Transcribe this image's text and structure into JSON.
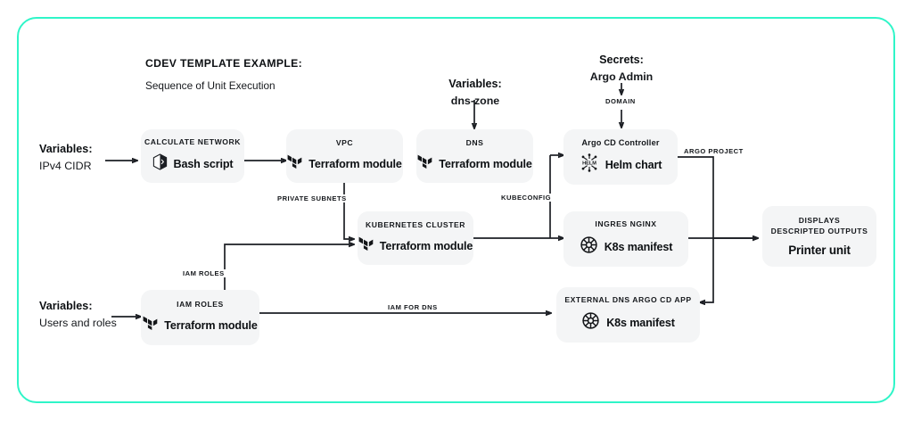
{
  "colors": {
    "accent": "#2ff5c8",
    "card": "#f4f5f6",
    "ink": "#111418",
    "edge": "#1c1f24"
  },
  "heading": {
    "title": "CDEV TEMPLATE EXAMPLE:",
    "subtitle": "Sequence of Unit Execution"
  },
  "inputs": [
    {
      "id": "var-ipv4",
      "strong": "Variables:",
      "weak": "IPv4 CIDR"
    },
    {
      "id": "var-dns-zone",
      "strong": "Variables:",
      "weak": "dns-zone"
    },
    {
      "id": "secrets-argo-admin",
      "strong": "Secrets:",
      "weak": "Argo Admin"
    },
    {
      "id": "var-users-roles",
      "strong": "Variables:",
      "weak": "Users and roles"
    }
  ],
  "nodes": [
    {
      "id": "calculate-network",
      "kicker": "CALCULATE NETWORK",
      "title": "Bash script",
      "icon": "bash-cube-icon"
    },
    {
      "id": "vpc",
      "kicker": "VPC",
      "title": "Terraform module",
      "icon": "terraform-icon"
    },
    {
      "id": "dns",
      "kicker": "DNS",
      "title": "Terraform module",
      "icon": "terraform-icon"
    },
    {
      "id": "argo-cd-controller",
      "kicker": "Argo CD Controller",
      "title": "Helm chart",
      "icon": "helm-icon"
    },
    {
      "id": "kubernetes-cluster",
      "kicker": "KUBERNETES CLUSTER",
      "title": "Terraform module",
      "icon": "terraform-icon"
    },
    {
      "id": "ingres-nginx",
      "kicker": "INGRES NGINX",
      "title": "K8s manifest",
      "icon": "kubernetes-icon"
    },
    {
      "id": "iam-roles",
      "kicker": "IAM ROLES",
      "title": "Terraform module",
      "icon": "terraform-icon"
    },
    {
      "id": "external-dns-argo-cd-app",
      "kicker": "EXTERNAL DNS ARGO CD APP",
      "title": "K8s manifest",
      "icon": "kubernetes-icon"
    },
    {
      "id": "printer-unit",
      "kicker": "DISPLAYS DESCRIPTED OUTPUTS",
      "title": "Printer unit",
      "icon": "none"
    }
  ],
  "edge_labels": {
    "domain": "DOMAIN",
    "private_subnets": "PRIVATE SUBNETS",
    "iam_roles": "IAM ROLES",
    "kubeconfig": "KUBECONFIG",
    "argo_project": "ARGO PROJECT",
    "iam_for_dns": "IAM FOR DNS"
  }
}
